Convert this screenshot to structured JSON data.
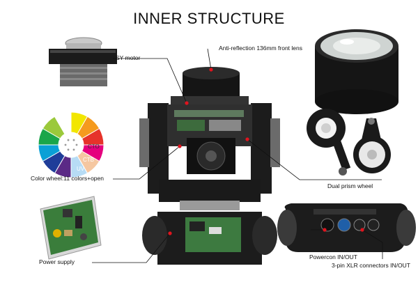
{
  "title": "INNER STRUCTURE",
  "labels": {
    "motor": "SY motor",
    "lens": "Anti-reflection 136mm front lens",
    "color_wheel": "Color wheel:11 colors+open",
    "prism": "Dual prism wheel",
    "power": "Power supply",
    "powercon": "Powercon IN/OUT",
    "xlr": "3-pin XLR connectors IN/OUT"
  },
  "wheel_text": {
    "cto": "CTO",
    "ctb": "CTB",
    "uv": "UV"
  },
  "colors": {
    "callout_dot": "#e0141e",
    "body": "#1c1c1c",
    "wheel": [
      "#f2e600",
      "#f59a1e",
      "#e6332a",
      "#e5007e",
      "#f5c7a1",
      "#b7dcf5",
      "#5b2a86",
      "#1f3d99",
      "#0aa0d6",
      "#1aa64a",
      "#9bc93b"
    ]
  }
}
